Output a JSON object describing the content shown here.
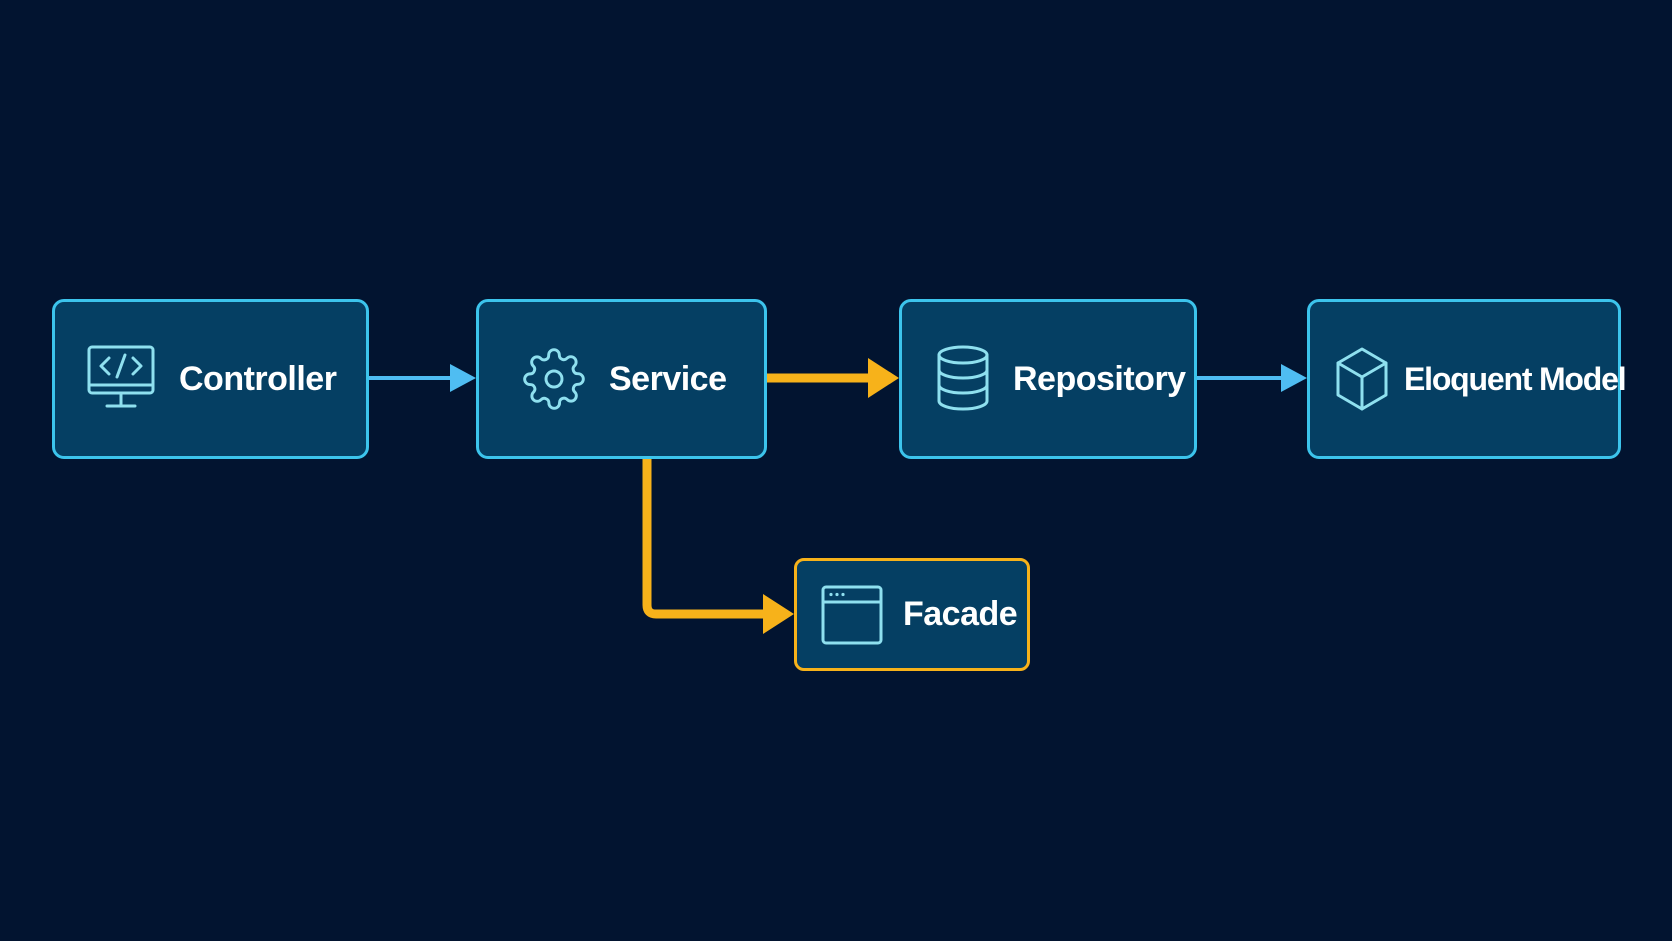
{
  "colors": {
    "background": "#021430",
    "node_fill": "#053f63",
    "primary_border": "#3cc4ec",
    "secondary_border": "#f7b21a",
    "primary_arrow": "#4fbdf2",
    "secondary_arrow": "#f7b21a",
    "icon_stroke": "#8fe0ef",
    "label_text": "#ffffff"
  },
  "nodes": {
    "controller": {
      "label": "Controller",
      "icon": "code-monitor-icon"
    },
    "service": {
      "label": "Service",
      "icon": "gear-icon"
    },
    "repository": {
      "label": "Repository",
      "icon": "database-icon"
    },
    "model": {
      "label": "Eloquent Model",
      "icon": "cube-icon"
    },
    "facade": {
      "label": "Facade",
      "icon": "browser-window-icon"
    }
  },
  "edges": [
    {
      "from": "Controller",
      "to": "Service",
      "style": "primary"
    },
    {
      "from": "Service",
      "to": "Repository",
      "style": "secondary"
    },
    {
      "from": "Repository",
      "to": "Eloquent Model",
      "style": "primary"
    },
    {
      "from": "Service",
      "to": "Facade",
      "style": "secondary"
    }
  ]
}
